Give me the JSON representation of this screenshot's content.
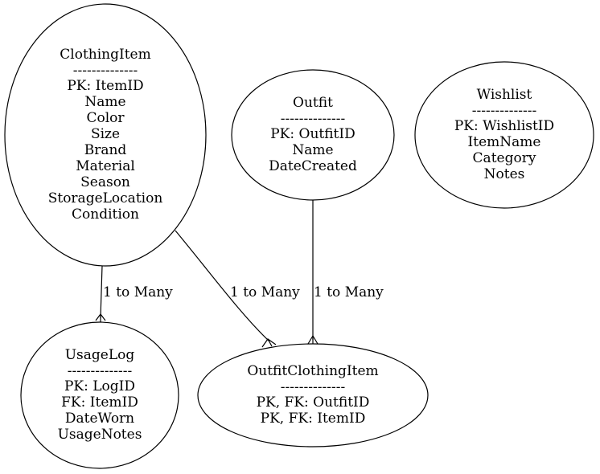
{
  "nodes": {
    "clothingitem": {
      "title": "ClothingItem",
      "separator": "--------------",
      "fields": [
        "PK: ItemID",
        "Name",
        "Color",
        "Size",
        "Brand",
        "Material",
        "Season",
        "StorageLocation",
        "Condition"
      ]
    },
    "outfit": {
      "title": "Outfit",
      "separator": "--------------",
      "fields": [
        "PK: OutfitID",
        "Name",
        "DateCreated"
      ]
    },
    "wishlist": {
      "title": "Wishlist",
      "separator": "--------------",
      "fields": [
        "PK: WishlistID",
        "ItemName",
        "Category",
        "Notes"
      ]
    },
    "usagelog": {
      "title": "UsageLog",
      "separator": "--------------",
      "fields": [
        "PK: LogID",
        "FK: ItemID",
        "DateWorn",
        "UsageNotes"
      ]
    },
    "outfitclothingitem": {
      "title": "OutfitClothingItem",
      "separator": "--------------",
      "fields": [
        "PK, FK: OutfitID",
        "PK, FK: ItemID"
      ]
    }
  },
  "edges": [
    {
      "from": "ClothingItem",
      "to": "UsageLog",
      "label": "1 to Many"
    },
    {
      "from": "ClothingItem",
      "to": "OutfitClothingItem",
      "label": "1 to Many"
    },
    {
      "from": "Outfit",
      "to": "OutfitClothingItem",
      "label": "1 to Many"
    }
  ]
}
